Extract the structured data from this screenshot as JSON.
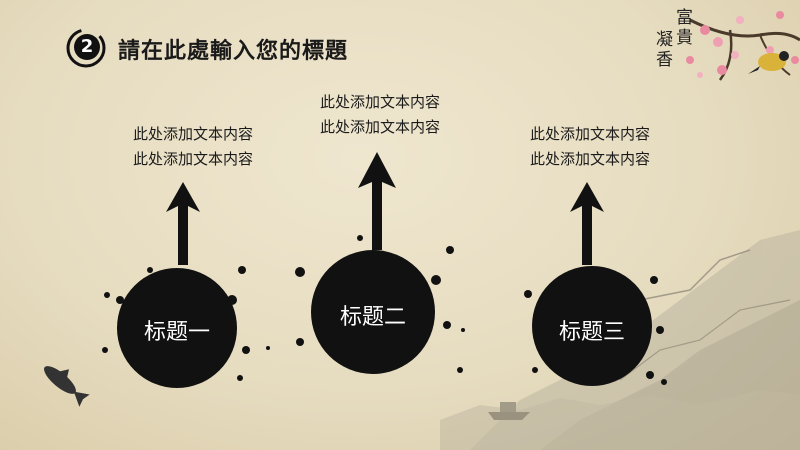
{
  "slide": {
    "section_number": "2",
    "title": "請在此處輸入您的標題",
    "items": [
      {
        "label": "标题一",
        "text_line1": "此处添加文本内容",
        "text_line2": "此处添加文本内容"
      },
      {
        "label": "标题二",
        "text_line1": "此处添加文本内容",
        "text_line2": "此处添加文本内容"
      },
      {
        "label": "标题三",
        "text_line1": "此处添加文本内容",
        "text_line2": "此处添加文本内容"
      }
    ],
    "poem_col1": "富貴",
    "poem_col2": "凝香"
  },
  "colors": {
    "ink": "#111111",
    "paper": "#e9dfc5",
    "blossom": "#e98aa0",
    "bird": "#d9b23a"
  }
}
